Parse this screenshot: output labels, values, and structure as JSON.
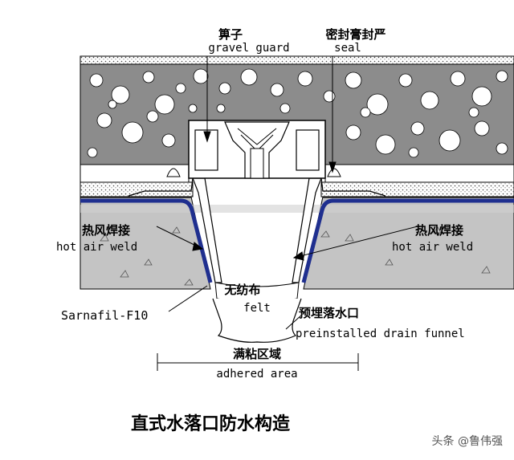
{
  "labels": {
    "grate_cn": "箅子",
    "grate_en": "gravel guard",
    "seal_cn": "密封膏封严",
    "seal_en": "seal",
    "weld_left_cn": "热风焊接",
    "weld_left_en": "hot air weld",
    "weld_right_cn": "热风焊接",
    "weld_right_en": "hot air weld",
    "felt_cn": "无纺布",
    "felt_en": "felt",
    "membrane": "Sarnafil-F10",
    "funnel_cn": "预埋落水口",
    "funnel_en": "preinstalled drain funnel",
    "adhered_cn": "满粘区域",
    "adhered_en": "adhered area"
  },
  "caption": "直式水落口防水构造",
  "watermark": "头条 @鲁伟强",
  "colors": {
    "gravel": "#8c8c8c",
    "slab": "#c4c4c4",
    "membrane": "#1f2f8f",
    "line": "#000000"
  }
}
